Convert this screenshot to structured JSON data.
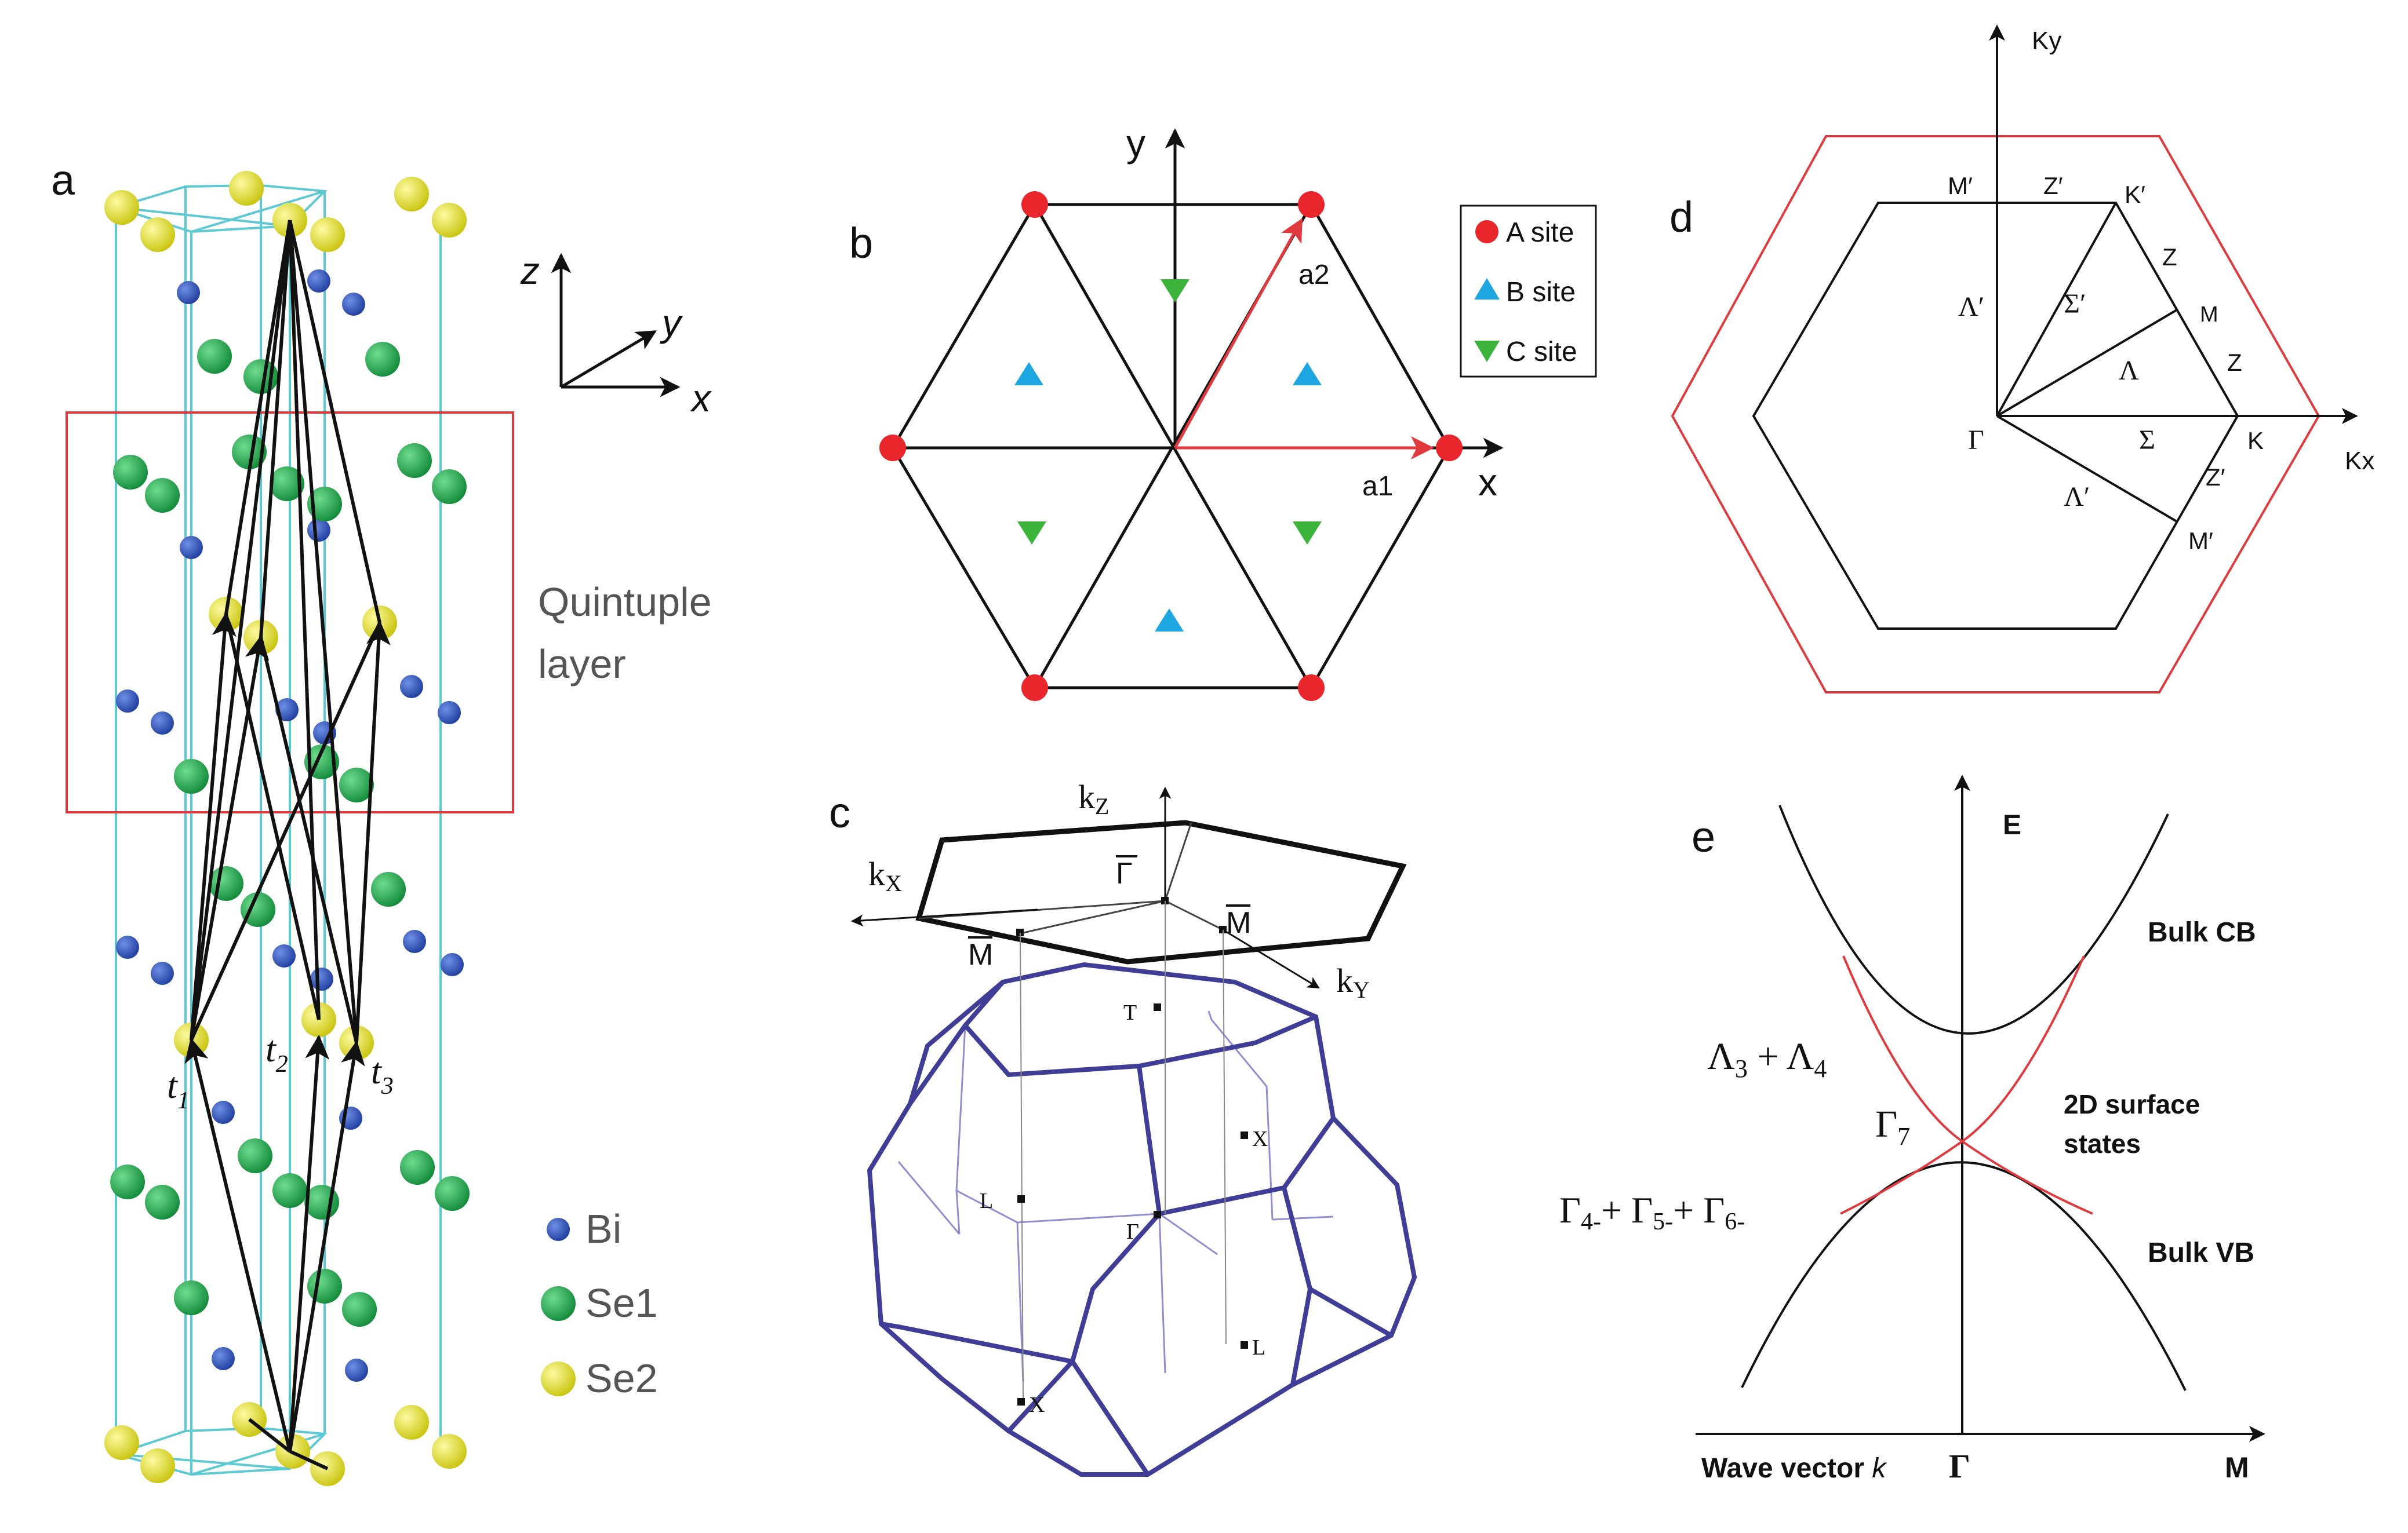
{
  "panel_a": {
    "letter": "a",
    "axes": {
      "z": "z",
      "y": "y",
      "x": "x"
    },
    "quintuple_label": [
      "Quintuple",
      "layer"
    ],
    "vectors": {
      "t1": "t",
      "t1_sub": "1",
      "t2": "t",
      "t2_sub": "2",
      "t3": "t",
      "t3_sub": "3"
    },
    "legend": [
      {
        "label": "Bi",
        "color": "#1f3e9e"
      },
      {
        "label": "Se1",
        "color": "#1e9a47"
      },
      {
        "label": "Se2",
        "color": "#e3df1a"
      }
    ],
    "colors": {
      "cell": "#5ec8d3",
      "box": "#e0393e"
    }
  },
  "panel_b": {
    "letter": "b",
    "axis_x": "x",
    "axis_y": "y",
    "vec_a1": "a1",
    "vec_a2": "a2",
    "legend": [
      {
        "label": "A site",
        "color": "#e8262b",
        "shape": "circle"
      },
      {
        "label": "B site",
        "color": "#1ea6e0",
        "shape": "triangle-up"
      },
      {
        "label": "C site",
        "color": "#3cb43c",
        "shape": "triangle-down"
      }
    ]
  },
  "panel_c": {
    "letter": "c",
    "kz": "k",
    "kz_sub": "Z",
    "kx": "k",
    "kx_sub": "X",
    "ky": "k",
    "ky_sub": "Y",
    "gamma_bar": "Γ",
    "m_bar_left": "M",
    "m_bar_right": "M",
    "points": {
      "T": "T",
      "X_top": "X",
      "L_left": "L",
      "Gamma": "Γ",
      "L_right": "L",
      "X_bottom": "X"
    },
    "colors": {
      "bz": "#3f3d96"
    }
  },
  "panel_d": {
    "letter": "d",
    "ky": "Ky",
    "kx": "Kx",
    "labels": {
      "M_prime_top": "M′",
      "Z_prime_top": "Z′",
      "K_prime": "K′",
      "Z1": "Z",
      "M": "M",
      "Z2": "Z",
      "K": "K",
      "Lambda_prime_left": "Λ′",
      "Sigma_prime": "Σ′",
      "Lambda": "Λ",
      "Gamma": "Γ",
      "Sigma": "Σ",
      "Z_prime_bottom": "Z′",
      "Lambda_prime_bottom": "Λ′",
      "M_prime_bottom": "M′"
    },
    "colors": {
      "outer": "#e0393e"
    }
  },
  "panel_e": {
    "letter": "e",
    "axis_e": "E",
    "bulk_cb": "Bulk CB",
    "bulk_vb": "Bulk VB",
    "surface": [
      "2D surface",
      "states"
    ],
    "lambda_label": {
      "a": "Λ",
      "a_sub": "3",
      "plus": " + ",
      "b": "Λ",
      "b_sub": "4"
    },
    "gamma7": {
      "g": "Γ",
      "sub": "7"
    },
    "gamma_sum": {
      "g1": "Γ",
      "s1": "4-",
      "p1": "+ ",
      "g2": "Γ",
      "s2": "5-",
      "p2": "+ ",
      "g3": "Γ",
      "s3": "6-"
    },
    "x_axis_label": "Wave vector ",
    "x_axis_k": "k",
    "tick_gamma": "Γ",
    "tick_m": "M",
    "colors": {
      "surface": "#e0393e"
    }
  }
}
